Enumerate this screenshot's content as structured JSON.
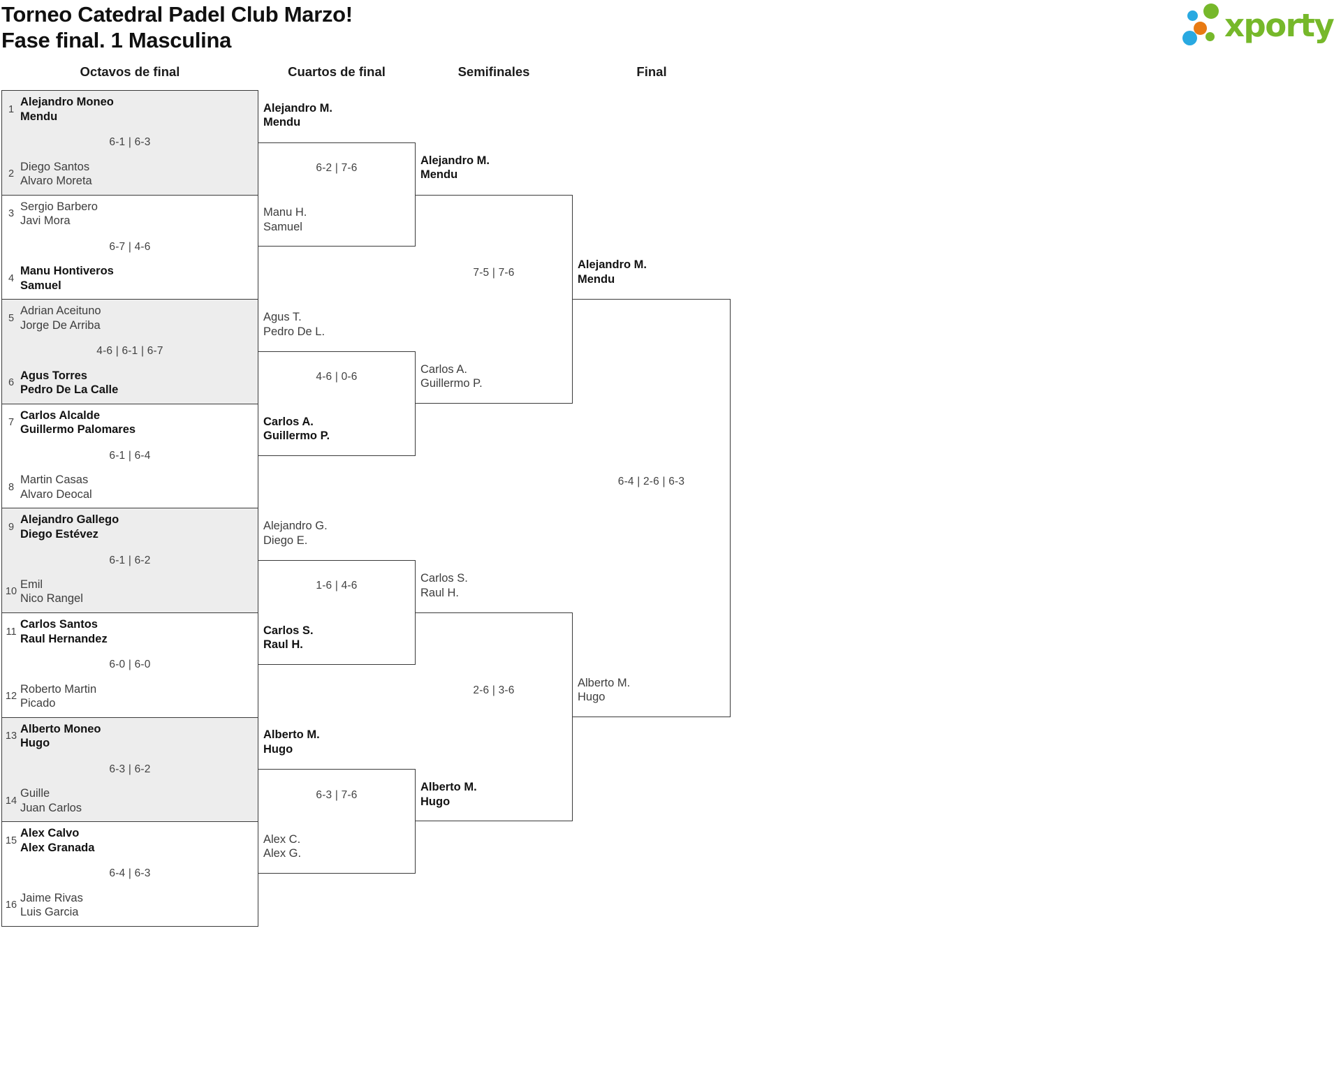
{
  "title": {
    "line1": "Torneo Catedral Padel Club Marzo!",
    "line2": "Fase final. 1 Masculina"
  },
  "logo": {
    "brand": "xporty",
    "colors": {
      "green": "#76b82a",
      "blue": "#29a9e1",
      "orange": "#e87a12"
    }
  },
  "columns": {
    "octavos": "Octavos de final",
    "cuartos": "Cuartos de final",
    "semifinales": "Semifinales",
    "final": "Final"
  },
  "octavos": [
    {
      "seed_top": "1",
      "team_top": [
        "Alejandro Moneo",
        "Mendu"
      ],
      "seed_bottom": "2",
      "team_bottom": [
        "Diego Santos",
        "Alvaro Moreta"
      ],
      "score": "6-1 | 6-3",
      "winner": "top"
    },
    {
      "seed_top": "3",
      "team_top": [
        "Sergio Barbero",
        "Javi Mora"
      ],
      "seed_bottom": "4",
      "team_bottom": [
        "Manu Hontiveros",
        "Samuel"
      ],
      "score": "6-7 | 4-6",
      "winner": "bottom"
    },
    {
      "seed_top": "5",
      "team_top": [
        "Adrian Aceituno",
        "Jorge De Arriba"
      ],
      "seed_bottom": "6",
      "team_bottom": [
        "Agus Torres",
        "Pedro De La Calle"
      ],
      "score": "4-6 | 6-1 | 6-7",
      "winner": "bottom"
    },
    {
      "seed_top": "7",
      "team_top": [
        "Carlos Alcalde",
        "Guillermo Palomares"
      ],
      "seed_bottom": "8",
      "team_bottom": [
        "Martin Casas",
        "Alvaro Deocal"
      ],
      "score": "6-1 | 6-4",
      "winner": "top"
    },
    {
      "seed_top": "9",
      "team_top": [
        "Alejandro Gallego",
        "Diego Estévez"
      ],
      "seed_bottom": "10",
      "team_bottom": [
        "Emil",
        "Nico Rangel"
      ],
      "score": "6-1 | 6-2",
      "winner": "top"
    },
    {
      "seed_top": "11",
      "team_top": [
        "Carlos Santos",
        "Raul Hernandez"
      ],
      "seed_bottom": "12",
      "team_bottom": [
        "Roberto Martin",
        "Picado"
      ],
      "score": "6-0 | 6-0",
      "winner": "top"
    },
    {
      "seed_top": "13",
      "team_top": [
        "Alberto Moneo",
        "Hugo"
      ],
      "seed_bottom": "14",
      "team_bottom": [
        "Guille",
        "Juan Carlos"
      ],
      "score": "6-3 | 6-2",
      "winner": "top"
    },
    {
      "seed_top": "15",
      "team_top": [
        "Alex Calvo",
        "Alex Granada"
      ],
      "seed_bottom": "16",
      "team_bottom": [
        "Jaime Rivas",
        "Luis Garcia"
      ],
      "score": "6-4 | 6-3",
      "winner": "top"
    }
  ],
  "cuartos": [
    {
      "team_top": [
        "Alejandro M.",
        "Mendu"
      ],
      "team_bottom": [
        "Manu H.",
        "Samuel"
      ],
      "score": "6-2 | 7-6",
      "winner": "top"
    },
    {
      "team_top": [
        "Agus T.",
        "Pedro De L."
      ],
      "team_bottom": [
        "Carlos A.",
        "Guillermo P."
      ],
      "score": "4-6 | 0-6",
      "winner": "bottom"
    },
    {
      "team_top": [
        "Alejandro G.",
        "Diego E."
      ],
      "team_bottom": [
        "Carlos S.",
        "Raul H."
      ],
      "score": "1-6 | 4-6",
      "winner": "bottom"
    },
    {
      "team_top": [
        "Alberto M.",
        "Hugo"
      ],
      "team_bottom": [
        "Alex C.",
        "Alex G."
      ],
      "score": "6-3 | 7-6",
      "winner": "top"
    }
  ],
  "semifinales": [
    {
      "team_top": [
        "Alejandro M.",
        "Mendu"
      ],
      "team_bottom": [
        "Carlos A.",
        "Guillermo P."
      ],
      "score": "7-5 | 7-6",
      "winner": "top"
    },
    {
      "team_top": [
        "Carlos S.",
        "Raul H."
      ],
      "team_bottom": [
        "Alberto M.",
        "Hugo"
      ],
      "score": "2-6 | 3-6",
      "winner": "bottom"
    }
  ],
  "final": [
    {
      "team_top": [
        "Alejandro M.",
        "Mendu"
      ],
      "team_bottom": [
        "Alberto M.",
        "Hugo"
      ],
      "score": "6-4 | 2-6 | 6-3",
      "winner": "top"
    }
  ]
}
